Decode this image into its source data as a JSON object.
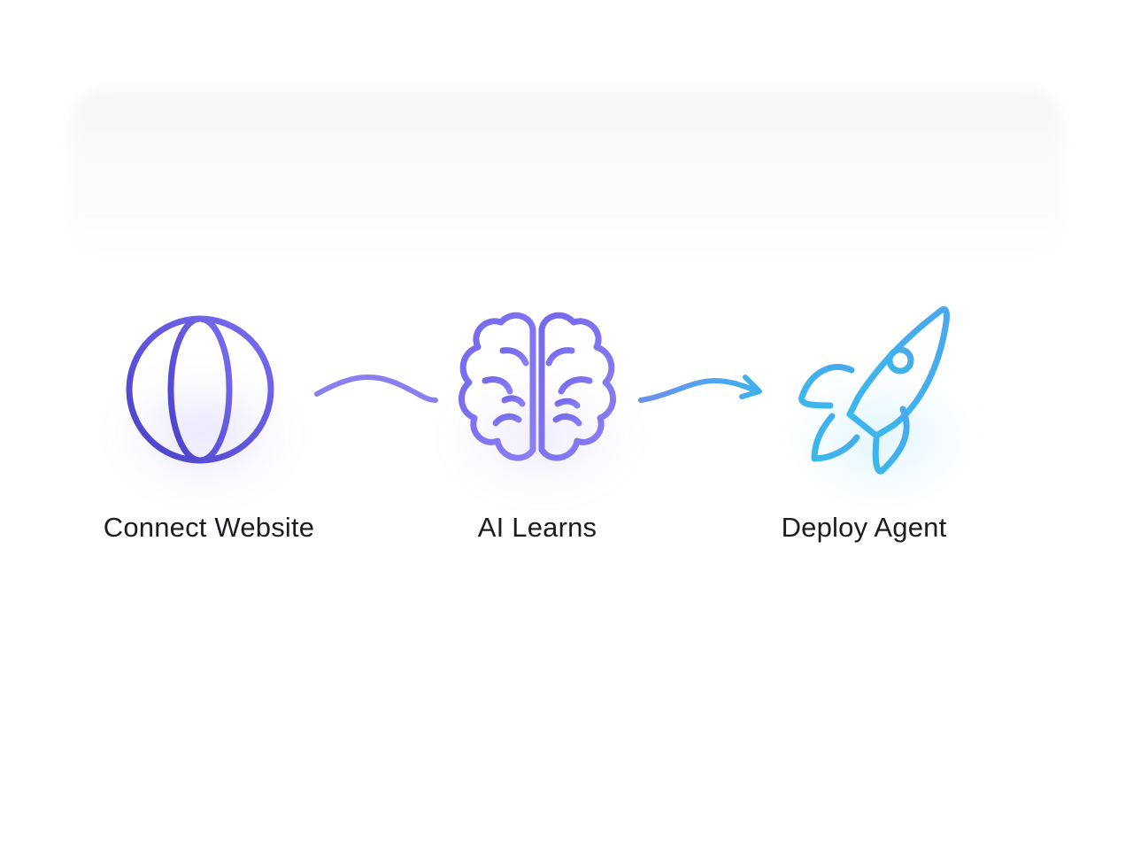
{
  "steps": [
    {
      "label": "Connect Website",
      "icon": "globe-icon"
    },
    {
      "label": "AI Learns",
      "icon": "brain-icon"
    },
    {
      "label": "Deploy Agent",
      "icon": "rocket-icon"
    }
  ],
  "colors": {
    "globe": "#5a4fd6",
    "brain": "#7b6ff0",
    "rocket": "#3cb6ea",
    "connector_1": "#8a7ff2",
    "connector_2_start": "#6a8ff0",
    "connector_2_end": "#3fb2ea",
    "label": "#1c1c22",
    "background": "#ffffff"
  }
}
